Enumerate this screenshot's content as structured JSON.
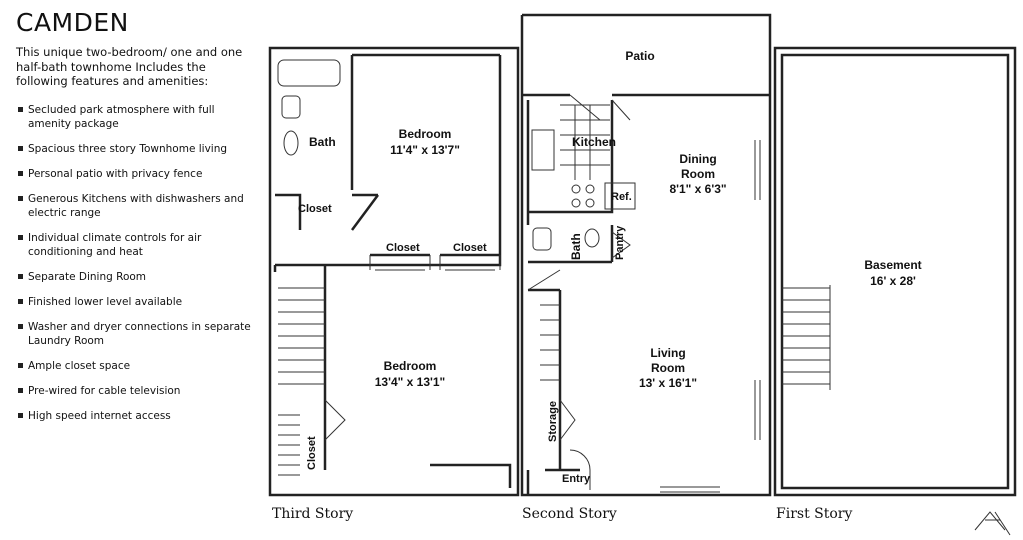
{
  "title": "CAMDEN",
  "intro": "This unique two-bedroom/ one and one half-bath townhome Includes the following features and amenities:",
  "features": [
    "Secluded park atmosphere with full amenity package",
    "Spacious three story Townhome living",
    "Personal patio with privacy fence",
    "Generous Kitchens with dishwashers and electric range",
    "Individual climate controls for air conditioning and heat",
    "Separate Dining Room",
    "Finished lower level available",
    "Washer and dryer connections in separate Laundry Room",
    "Ample closet space",
    "Pre-wired for cable television",
    "High speed internet access"
  ],
  "third_story": {
    "label": "Third Story",
    "bath": "Bath",
    "bedroom1": {
      "name": "Bedroom",
      "size": "11'4\" x 13'7\""
    },
    "closet1": "Closet",
    "closet2": "Closet",
    "closet3": "Closet",
    "closet4": "Closet",
    "bedroom2": {
      "name": "Bedroom",
      "size": "13'4\" x 13'1\""
    }
  },
  "second_story": {
    "label": "Second Story",
    "patio": "Patio",
    "kitchen": "Kitchen",
    "dining": {
      "name1": "Dining",
      "name2": "Room",
      "size": "8'1\" x 6'3\""
    },
    "ref": "Ref.",
    "bath": "Bath",
    "pantry": "Pantry",
    "living": {
      "name1": "Living",
      "name2": "Room",
      "size": "13' x 16'1\""
    },
    "storage": "Storage",
    "entry": "Entry"
  },
  "first_story": {
    "label": "First Story",
    "basement": {
      "name": "Basement",
      "size": "16' x 28'"
    }
  }
}
